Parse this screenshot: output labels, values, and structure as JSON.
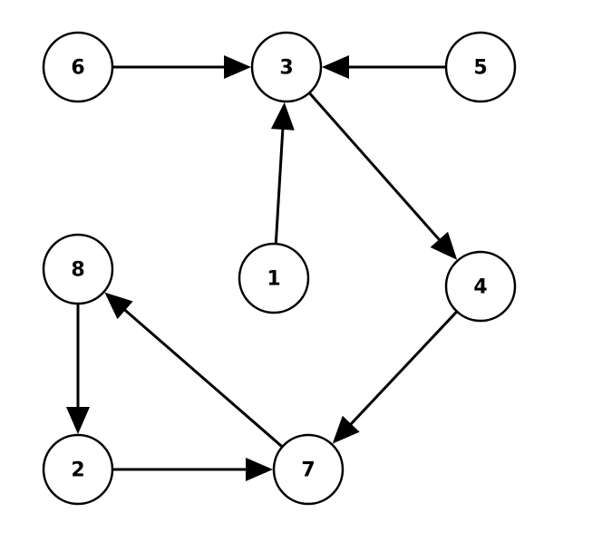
{
  "graph": {
    "nodes": [
      {
        "id": "6",
        "label": "6"
      },
      {
        "id": "3",
        "label": "3"
      },
      {
        "id": "5",
        "label": "5"
      },
      {
        "id": "1",
        "label": "1"
      },
      {
        "id": "8",
        "label": "8"
      },
      {
        "id": "4",
        "label": "4"
      },
      {
        "id": "2",
        "label": "2"
      },
      {
        "id": "7",
        "label": "7"
      }
    ],
    "edges": [
      {
        "from": "6",
        "to": "3"
      },
      {
        "from": "5",
        "to": "3"
      },
      {
        "from": "1",
        "to": "3"
      },
      {
        "from": "3",
        "to": "4"
      },
      {
        "from": "4",
        "to": "7"
      },
      {
        "from": "7",
        "to": "8"
      },
      {
        "from": "8",
        "to": "2"
      },
      {
        "from": "2",
        "to": "7"
      }
    ]
  },
  "colors": {
    "stroke": "#000000",
    "fill": "#ffffff"
  }
}
